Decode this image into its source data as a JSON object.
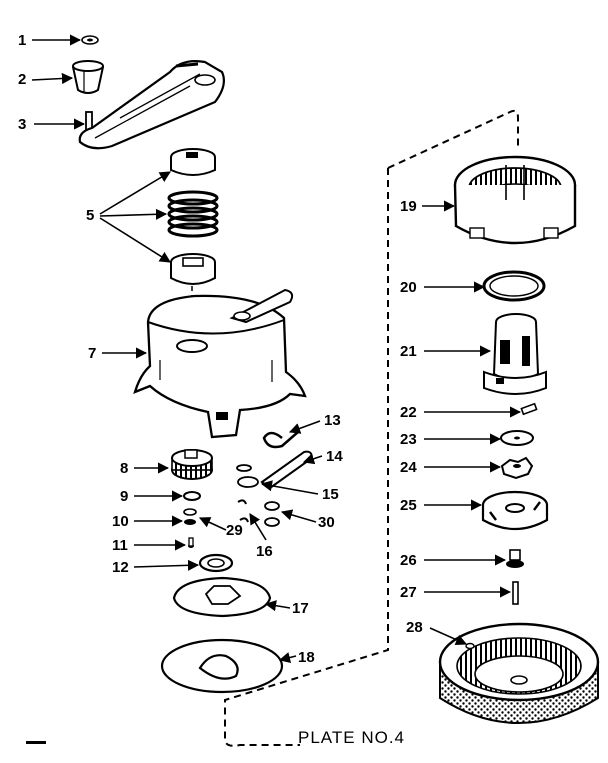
{
  "plate_title": "PLATE NO.4",
  "labels": {
    "n1": "1",
    "n2": "2",
    "n3": "3",
    "n5": "5",
    "n7": "7",
    "n8": "8",
    "n9": "9",
    "n10": "10",
    "n11": "11",
    "n12": "12",
    "n13": "13",
    "n14": "14",
    "n15": "15",
    "n16": "16",
    "n17": "17",
    "n18": "18",
    "n19": "19",
    "n20": "20",
    "n21": "21",
    "n22": "22",
    "n23": "23",
    "n24": "24",
    "n25": "25",
    "n26": "26",
    "n27": "27",
    "n28": "28",
    "n29": "29",
    "n30": "30"
  },
  "colors": {
    "ink": "#000000",
    "paper": "#ffffff"
  }
}
